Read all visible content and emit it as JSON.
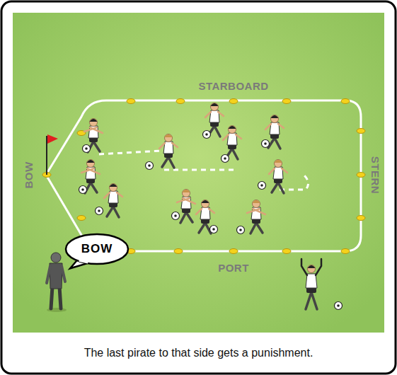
{
  "diagram": {
    "caption": "The last pirate to that side gets a punishment.",
    "nodes": [
      {
        "text": [
          "BOW"
        ]
      }
    ],
    "labels": [
      "STARBOARD",
      "STERN",
      "PORT",
      "BOW"
    ]
  }
}
